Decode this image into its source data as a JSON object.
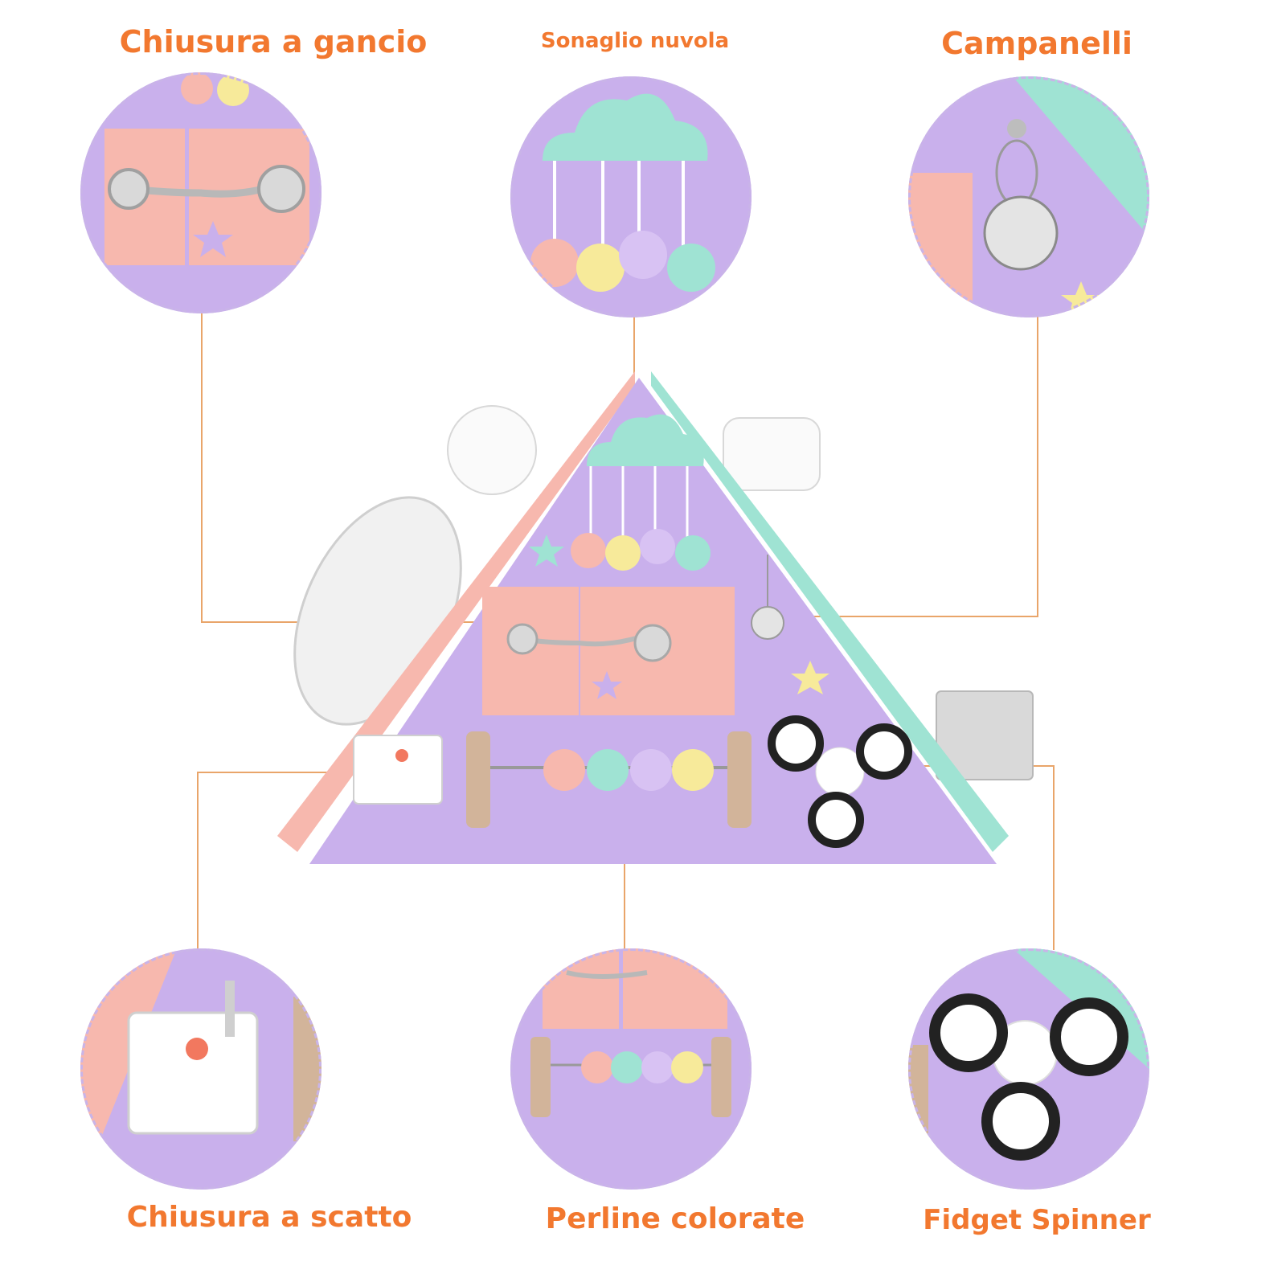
{
  "colors": {
    "label": "#f2782f",
    "lavender": "#c9b0ec",
    "pink": "#f7b8ae",
    "mint": "#9fe3d3",
    "yellow": "#f7ea9a",
    "connector": "#e9a56a"
  },
  "features": {
    "hook_latch": "Chiusura a gancio",
    "cloud_rattle": "Sonaglio nuvola",
    "bells": "Campanelli",
    "snap_latch": "Chiusura a scatto",
    "colored_beads": "Perline colorate",
    "fidget_spinner": "Fidget Spinner"
  }
}
